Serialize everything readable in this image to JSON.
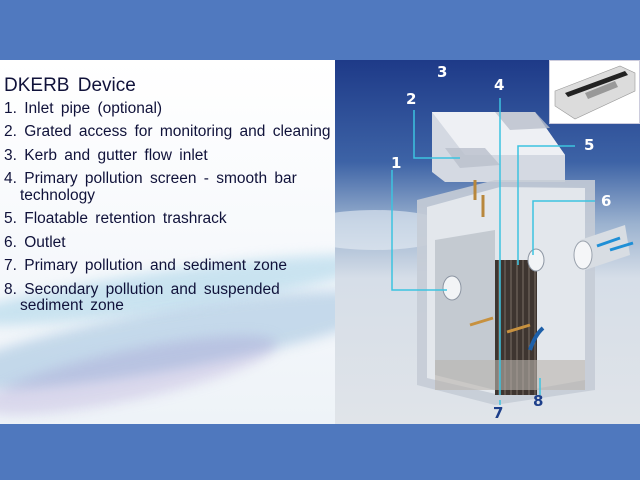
{
  "slide": {
    "title": "DKERB Device",
    "items": [
      "1. Inlet pipe (optional)",
      "2. Grated access for monitoring and cleaning",
      "3. Kerb and gutter flow inlet",
      "4. Primary pollution screen - smooth bar technology",
      "5. Floatable retention trashrack",
      "6. Outlet",
      "7. Primary pollution and sediment zone",
      "8. Secondary pollution and suspended sediment zone"
    ]
  },
  "diagram": {
    "labels": [
      "1",
      "2",
      "3",
      "4",
      "5",
      "6",
      "7",
      "8"
    ]
  },
  "colors": {
    "band": "#4f78be",
    "text": "#10123a",
    "leader": "#3cc3e0"
  }
}
